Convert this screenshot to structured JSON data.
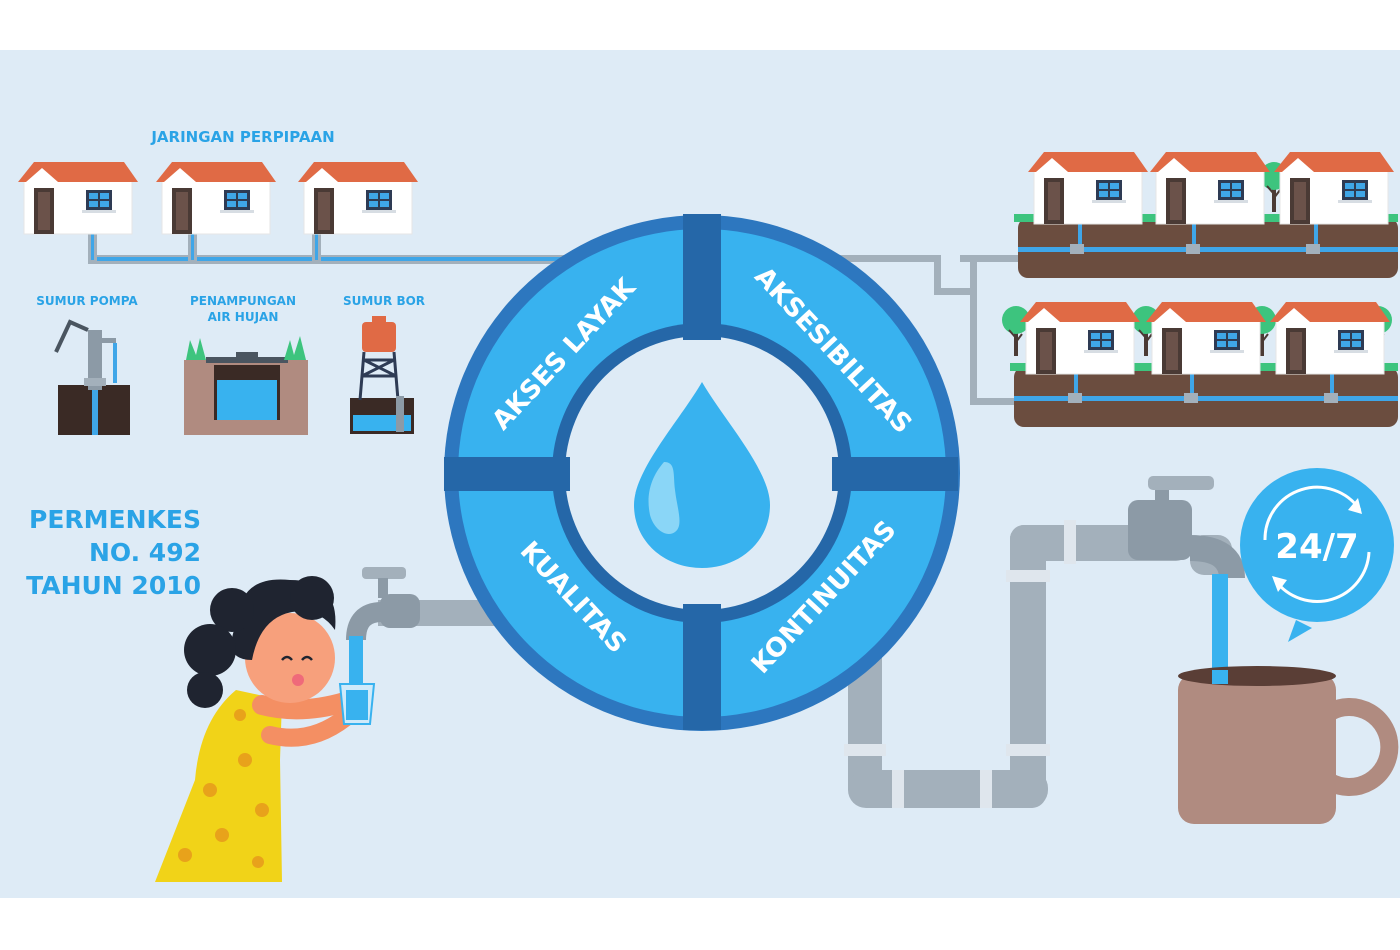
{
  "colors": {
    "background": "#deebf6",
    "ring_outer": "#2d77bf",
    "ring_fill": "#38b2ef",
    "ring_band": "#2567a8",
    "drop": "#38b2ef",
    "label": "#2aa3e6",
    "pipe": "#a3b0bb",
    "roof": "#e06a45",
    "soil": "#6b4d3f",
    "grass": "#3dc47e",
    "mug": "#b08b80",
    "dress": "#f1d318"
  },
  "labels": {
    "jaringan_perpipaan": "JARINGAN PERPIPAAN",
    "sumur_pompa": "SUMUR POMPA",
    "penampungan_line1": "PENAMPUNGAN",
    "penampungan_line2": "AIR HUJAN",
    "sumur_bor": "SUMUR BOR",
    "permenkes_line1": "PERMENKES",
    "permenkes_line2": "NO. 492",
    "permenkes_line3": "TAHUN 2010"
  },
  "ring": {
    "akses_layak": "AKSES LAYAK",
    "aksesibilitas": "AKSESIBILITAS",
    "kualitas": "KUALITAS",
    "kontinuitas": "KONTINUITAS"
  },
  "badge": {
    "text": "24/7"
  },
  "icons": [
    "water-drop-icon",
    "refresh-cycle-icon",
    "house-icon",
    "hand-pump-icon",
    "water-tower-icon",
    "faucet-icon",
    "mug-icon",
    "tree-icon"
  ]
}
